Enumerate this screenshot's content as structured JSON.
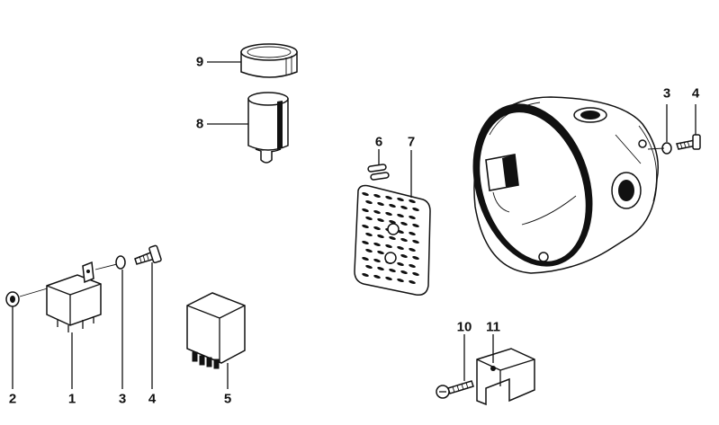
{
  "callouts": [
    {
      "id": "c9",
      "text": "9"
    },
    {
      "id": "c8",
      "text": "8"
    },
    {
      "id": "c6",
      "text": "6"
    },
    {
      "id": "c7",
      "text": "7"
    },
    {
      "id": "c3a",
      "text": "3"
    },
    {
      "id": "c4a",
      "text": "4"
    },
    {
      "id": "c2",
      "text": "2"
    },
    {
      "id": "c1",
      "text": "1"
    },
    {
      "id": "c3b",
      "text": "3"
    },
    {
      "id": "c4b",
      "text": "4"
    },
    {
      "id": "c5",
      "text": "5"
    },
    {
      "id": "c10",
      "text": "10"
    },
    {
      "id": "c11",
      "text": "11"
    }
  ]
}
